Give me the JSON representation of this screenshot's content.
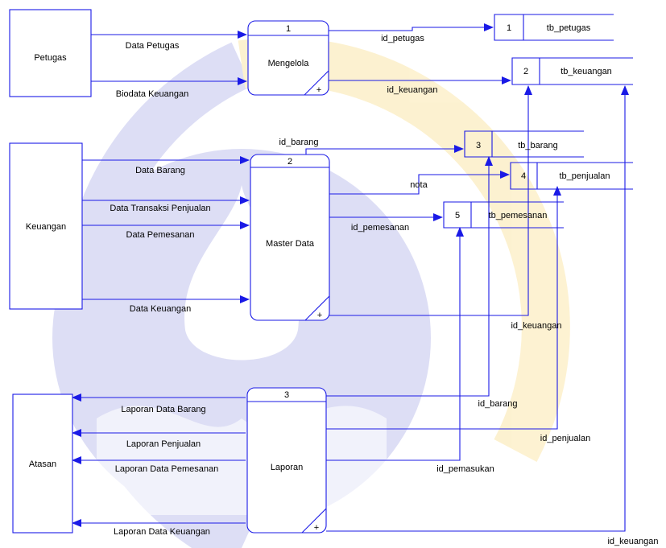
{
  "externals": {
    "petugas": "Petugas",
    "keuangan": "Keuangan",
    "atasan": "Atasan"
  },
  "processes": [
    {
      "num": "1",
      "label": "Mengelola"
    },
    {
      "num": "2",
      "label": "Master Data"
    },
    {
      "num": "3",
      "label": "Laporan"
    }
  ],
  "stores": [
    {
      "num": "1",
      "label": "tb_petugas"
    },
    {
      "num": "2",
      "label": "tb_keuangan"
    },
    {
      "num": "3",
      "label": "tb_barang"
    },
    {
      "num": "4",
      "label": "tb_penjualan"
    },
    {
      "num": "5",
      "label": "tb_pemesanan"
    }
  ],
  "flows": {
    "data_petugas": "Data Petugas",
    "biodata_keuangan": "Biodata Keuangan",
    "id_petugas": "id_petugas",
    "id_keuangan_top": "id_keuangan",
    "id_barang_top": "id_barang",
    "data_barang": "Data Barang",
    "nota": "nota",
    "data_transaksi": "Data Transaksi Penjualan",
    "data_pemesanan": "Data Pemesanan",
    "id_pemesanan": "id_pemesanan",
    "data_keuangan": "Data Keuangan",
    "id_keuangan_mid": "id_keuangan",
    "laporan_barang": "Laporan Data Barang",
    "id_barang_bottom": "id_barang",
    "laporan_penjualan": "Laporan Penjualan",
    "id_penjualan": "id_penjualan",
    "laporan_pemesanan": "Laporan Data Pemesanan",
    "id_pemasukan": "id_pemasukan",
    "laporan_keuangan": "Laporan Data Keuangan",
    "id_keuangan_bottom": "id_keuangan"
  },
  "colors": {
    "line": "#1a1ae6",
    "watermark_blue": "#6a6fd4",
    "watermark_yellow": "#f4c430"
  }
}
